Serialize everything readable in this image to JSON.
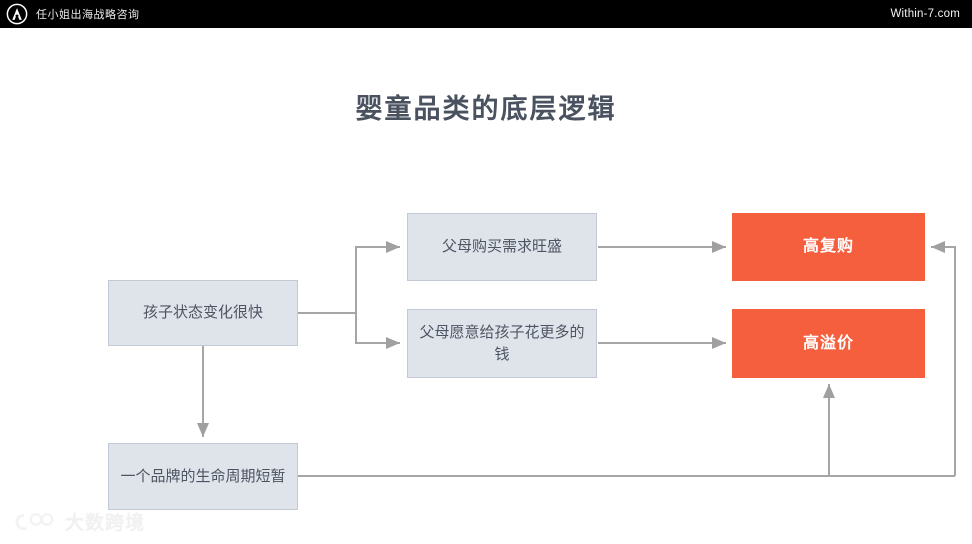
{
  "topbar": {
    "logo_icon": "circle-a-logo-icon",
    "brand": "任小姐出海战略咨询",
    "url": "Within-7.com",
    "background": "#000000",
    "text_color": "#ececec"
  },
  "slide": {
    "title": "婴童品类的底层逻辑",
    "title_color": "#4a5260",
    "background": "#ffffff"
  },
  "diagram": {
    "type": "flowchart",
    "node_fill_gray": "#dfe3ea",
    "node_border_gray": "#c3c9d4",
    "node_fill_accent": "#f55f3e",
    "connector_color": "#a6a6a6",
    "nodes": [
      {
        "id": "child",
        "label": "孩子状态变化很快",
        "style": "gray"
      },
      {
        "id": "demand",
        "label": "父母购买需求旺盛",
        "style": "gray"
      },
      {
        "id": "spend",
        "label": "父母愿意给孩子花更多的钱",
        "style": "gray"
      },
      {
        "id": "lifecycle",
        "label": "一个品牌的生命周期短暂",
        "style": "gray"
      },
      {
        "id": "repurchase",
        "label": "高复购",
        "style": "accent"
      },
      {
        "id": "premium",
        "label": "高溢价",
        "style": "accent"
      }
    ],
    "edges": [
      {
        "from": "child",
        "to": "demand",
        "shape": "elbow-up"
      },
      {
        "from": "child",
        "to": "spend",
        "shape": "elbow-down"
      },
      {
        "from": "child",
        "to": "lifecycle",
        "shape": "vertical"
      },
      {
        "from": "demand",
        "to": "repurchase",
        "shape": "straight"
      },
      {
        "from": "spend",
        "to": "premium",
        "shape": "straight"
      },
      {
        "from": "lifecycle",
        "to": "premium",
        "shape": "loop-bottom"
      },
      {
        "from": "lifecycle",
        "to": "repurchase",
        "shape": "loop-right"
      }
    ]
  },
  "watermark": {
    "icon": "dashujingjing-logo-icon",
    "text": "大数跨境"
  }
}
